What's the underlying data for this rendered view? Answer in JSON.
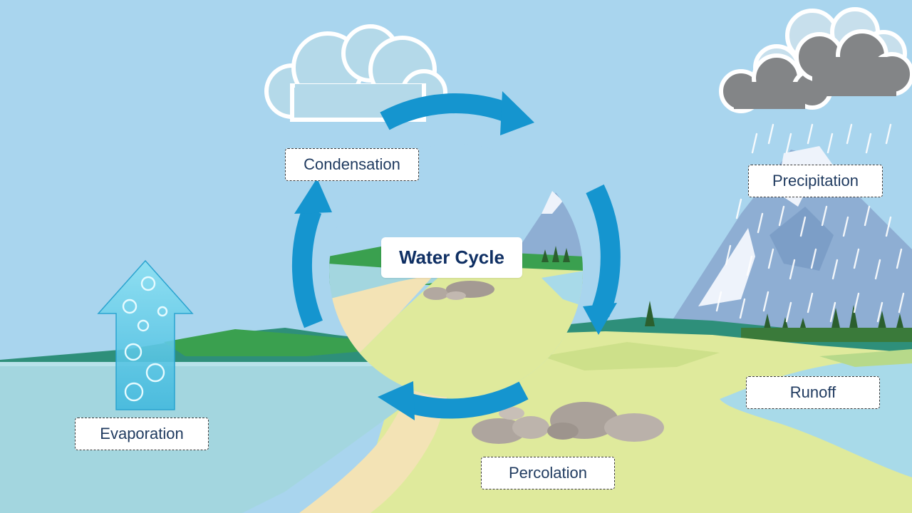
{
  "diagram": {
    "title": "Water Cycle",
    "stages": {
      "condensation": "Condensation",
      "precipitation": "Precipitation",
      "evaporation": "Evaporation",
      "runoff": "Runoff",
      "percolation": "Percolation"
    }
  },
  "colors": {
    "sky": "#a9d5ee",
    "cycle_arrow": "#1595cf",
    "sea": "#a3d6df",
    "grass": "#dfea9c",
    "sand": "#f3e3b5",
    "mountain": "#8eaed3",
    "rain_cloud": "#838587",
    "label_text": "#1f3a5f"
  },
  "icons": {
    "evaporation_arrow": "up-arrow-icon"
  }
}
